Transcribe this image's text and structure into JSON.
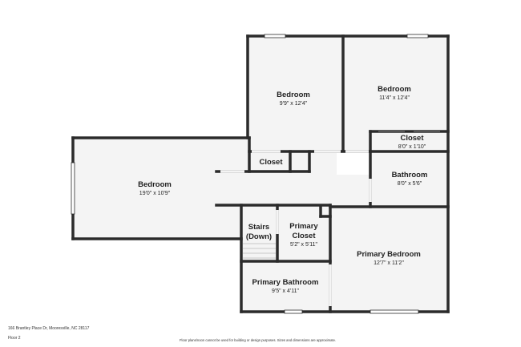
{
  "rooms": {
    "bedroom_top_left": {
      "name": "Bedroom",
      "dims": "9'9\" x 12'4\""
    },
    "bedroom_top_right": {
      "name": "Bedroom",
      "dims": "11'4\" x 12'4\""
    },
    "closet_right": {
      "name": "Closet",
      "dims": "8'0\" x 1'10\""
    },
    "closet_small": {
      "name": "Closet"
    },
    "bedroom_left": {
      "name": "Bedroom",
      "dims": "19'0\" x 10'9\""
    },
    "bathroom": {
      "name": "Bathroom",
      "dims": "8'0\" x 5'6\""
    },
    "stairs": {
      "name_line1": "Stairs",
      "name_line2": "(Down)"
    },
    "primary_closet": {
      "name_line1": "Primary",
      "name_line2": "Closet",
      "dims": "5'2\" x 5'11\""
    },
    "primary_bedroom": {
      "name": "Primary Bedroom",
      "dims": "12'7\" x 11'2\""
    },
    "primary_bathroom": {
      "name": "Primary Bathroom",
      "dims": "9'5\" x 4'11\""
    }
  },
  "footer": {
    "address": "166 Brantley Place Dr, Mooresville, NC 28117",
    "floor": "Floor 2",
    "disclaimer": "Floor plans/noon cannot be used for building or design purposes. Sizes and dimensions are approximate."
  },
  "colors": {
    "wall": "#2b2b2b",
    "floor": "#f4f4f4",
    "window": "#ffffff"
  }
}
